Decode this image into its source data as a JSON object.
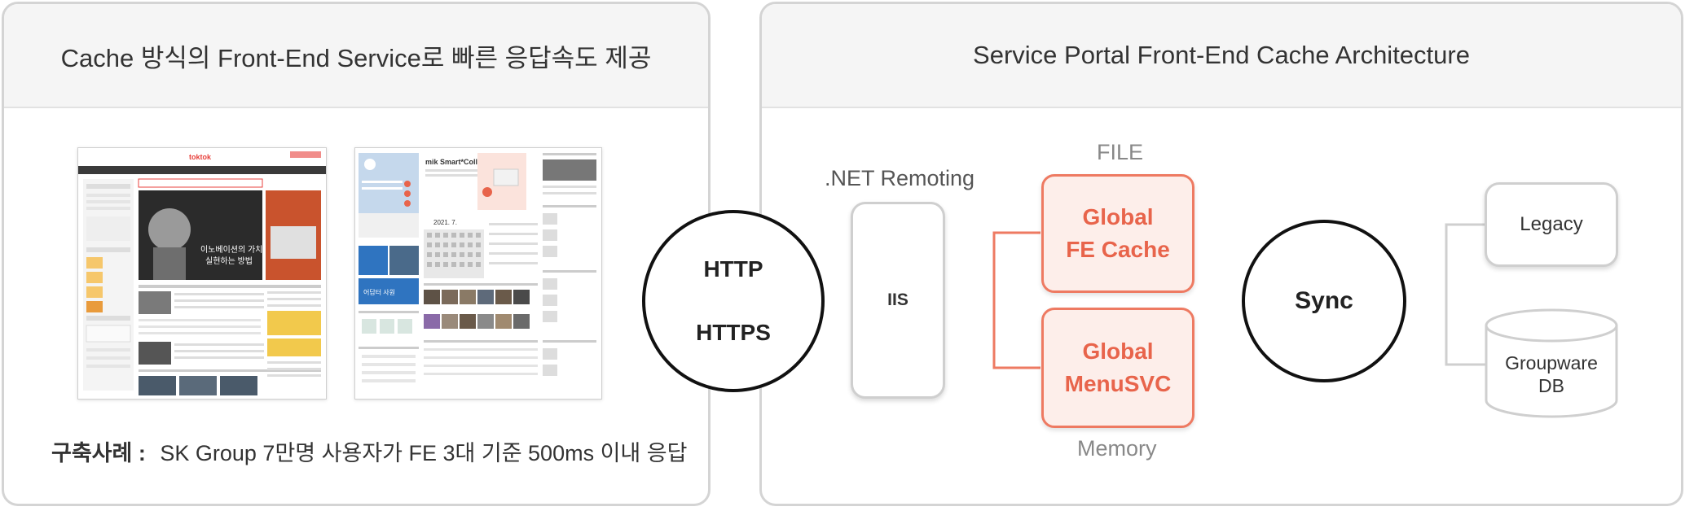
{
  "left_panel": {
    "title": "Cache 방식의 Front-End Service로 빠른 응답속도 제공",
    "caption_label": "구축사례 :",
    "caption_text": "SK Group 7만명 사용자가 FE 3대 기준 500ms 이내 응답",
    "screenshot1": {
      "logo": "toktok",
      "headline_line1": "이노베이션의 가치를",
      "headline_line2": "실현하는 방법"
    },
    "screenshot2": {
      "brand": "mik Smart*Collabo",
      "calendar_title": "2021. 7.",
      "button_label": "어답터 사원"
    }
  },
  "protocol": {
    "line1": "HTTP",
    "line2": "HTTPS"
  },
  "right_panel": {
    "title": "Service Portal Front-End Cache Architecture",
    "remoting_label": ".NET Remoting",
    "iis_label": "IIS",
    "file_label": "FILE",
    "memory_label": "Memory",
    "cache_box": {
      "line1": "Global",
      "line2": "FE Cache"
    },
    "menu_box": {
      "line1": "Global",
      "line2": "MenuSVC"
    },
    "sync_label": "Sync",
    "legacy_label": "Legacy",
    "db_label_line1": "Groupware",
    "db_label_line2": "DB"
  },
  "colors": {
    "accent": "#ee7a62",
    "accent_fill": "#fdeeea",
    "border": "#d4d4d4",
    "header_bg": "#f5f5f5"
  }
}
